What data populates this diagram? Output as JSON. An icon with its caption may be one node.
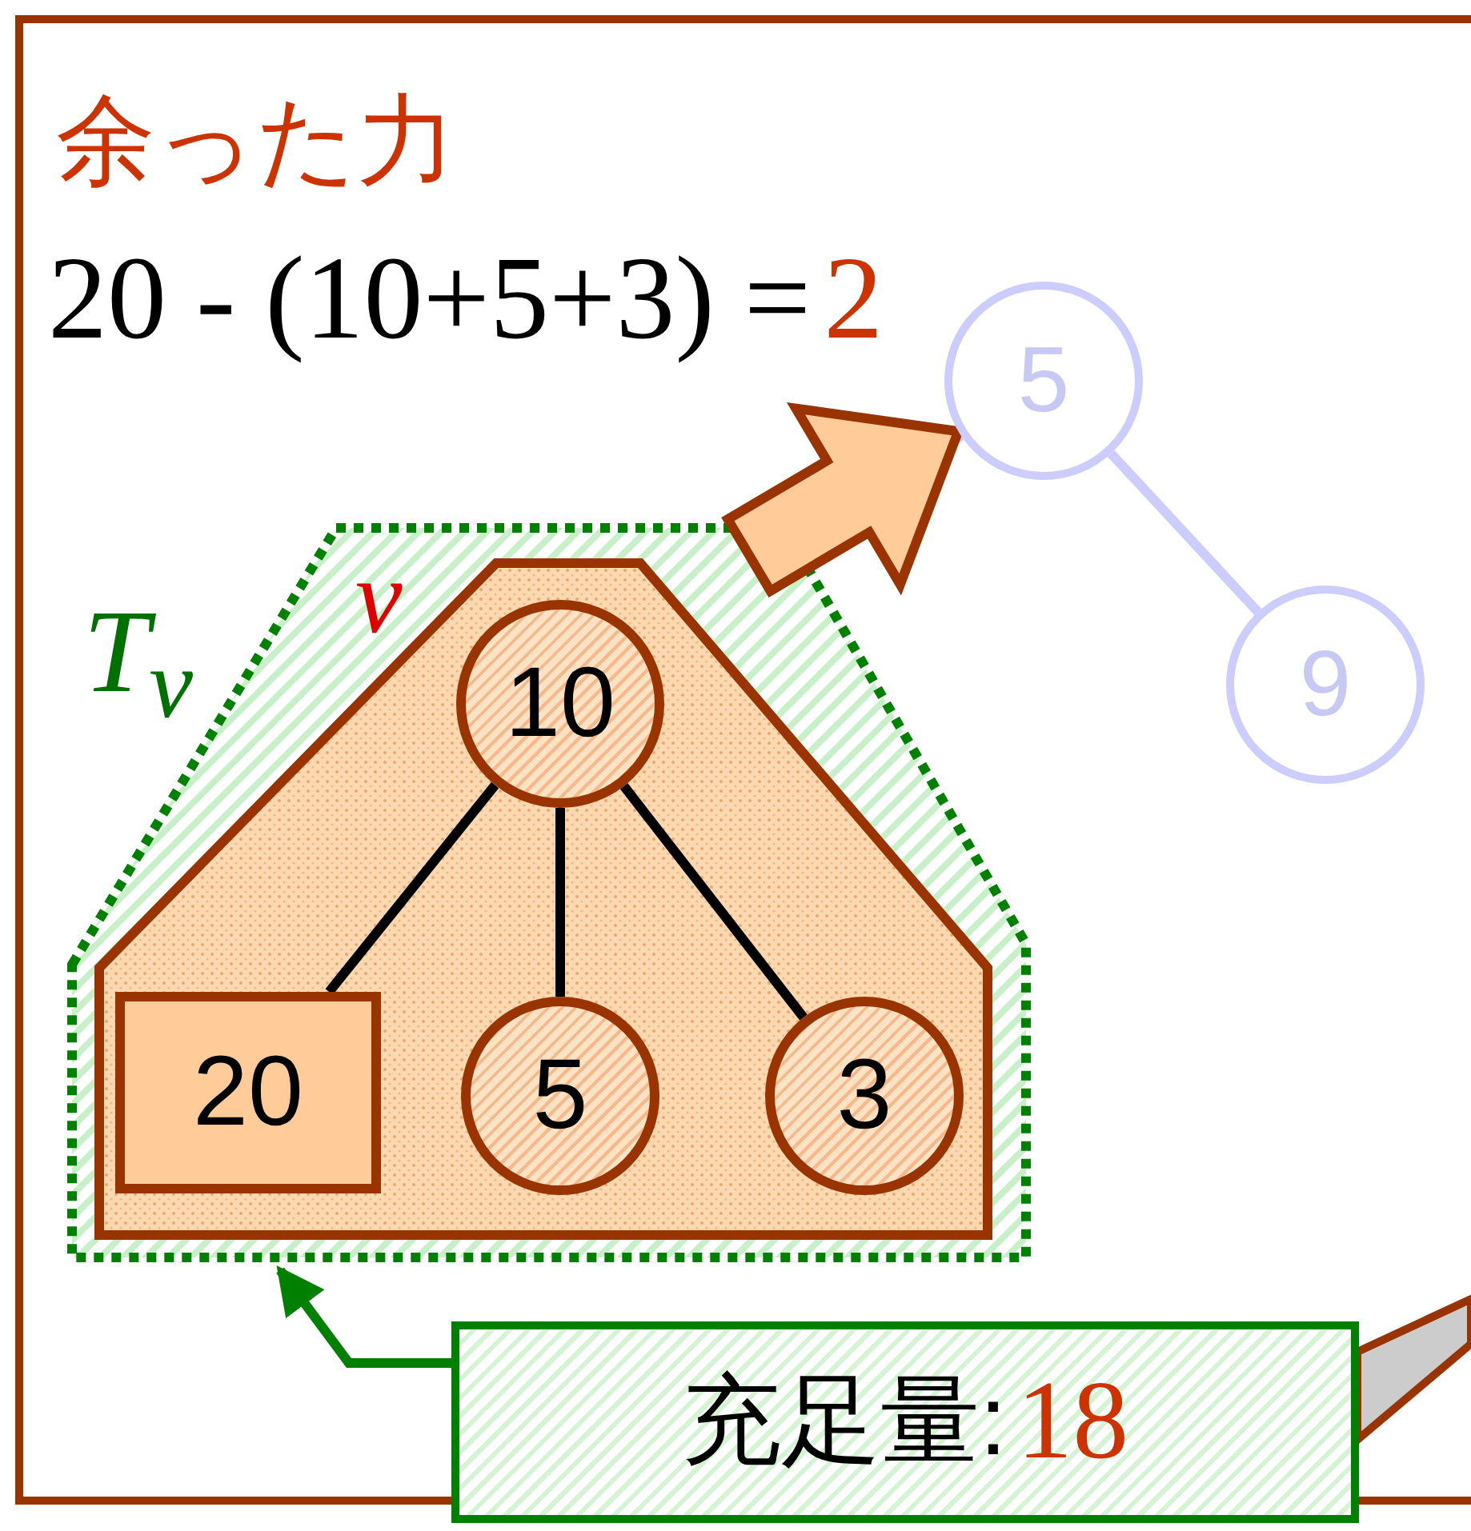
{
  "diagram": {
    "nodes": [
      {
        "text": [
          "T$_{v}$"
        ]
      },
      {
        "text": [
          "v"
        ],
        "in": 0
      },
      {
        "text": [
          "10"
        ],
        "in": 1
      },
      {
        "text": [
          "20"
        ],
        "in": 1
      },
      {
        "text": [
          "5"
        ],
        "in": 1
      },
      {
        "text": [
          "3"
        ],
        "in": 1
      },
      {
        "text": [
          "5"
        ]
      },
      {
        "text": [
          "9"
        ]
      },
      {
        "text": [
          "充足量:",
          "18"
        ]
      }
    ],
    "edges": [
      {
        "from": 2,
        "to": 3,
        "arrow": "none"
      },
      {
        "from": 2,
        "to": 4,
        "arrow": "none"
      },
      {
        "from": 2,
        "to": 5,
        "arrow": "none"
      },
      {
        "from": 2,
        "to": 6,
        "arrow": "none",
        "color": "#ccccff"
      },
      {
        "from": 6,
        "to": 7,
        "arrow": "none",
        "color": "#ccccff"
      },
      {
        "from": 0,
        "to": 6,
        "arrow": "to",
        "style": "thick",
        "color": "#ffcc99"
      },
      {
        "from": 8,
        "to": 0,
        "arrow": "to",
        "color": "#008000"
      }
    ],
    "labels": [
      "余った力",
      "20 - (10+5+3) =",
      "2"
    ]
  }
}
